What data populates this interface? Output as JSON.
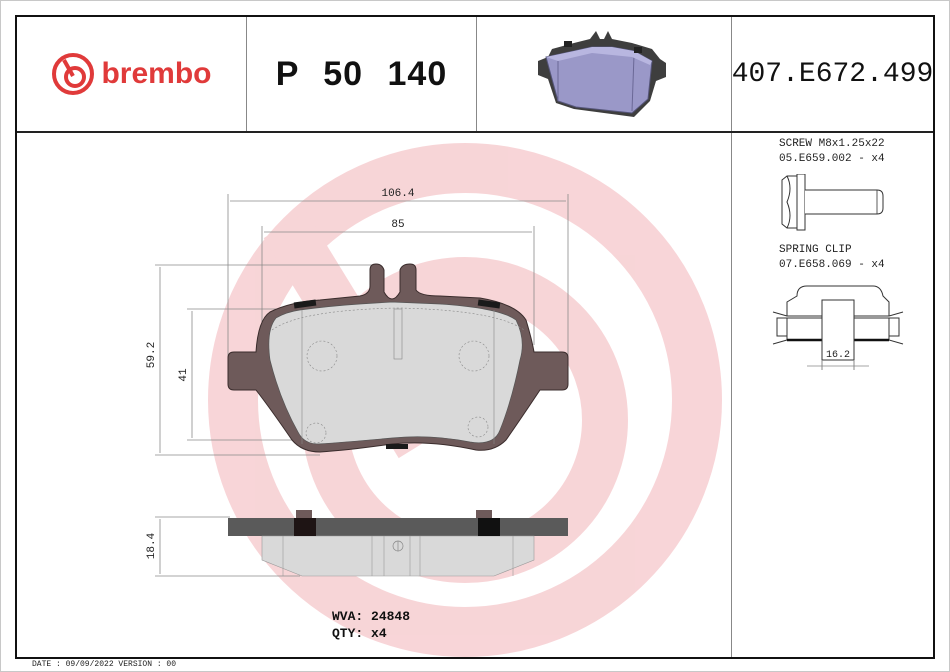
{
  "header": {
    "brand": "brembo",
    "part_number": "P 50 140",
    "drawing_code": "407.E672.499",
    "product_image": "brake-pad-3d-render"
  },
  "accessories": [
    {
      "name": "SCREW M8x1.25x22",
      "code_line": "05.E659.002 - x4",
      "icon": "screw-icon"
    },
    {
      "name": "SPRING CLIP",
      "code_line": "07.E658.069 - x4",
      "icon": "spring-clip-icon",
      "dimension": "16.2"
    }
  ],
  "dimensions": {
    "overall_width": "106.4",
    "inner_width": "85",
    "overall_height": "59.2",
    "friction_height": "41",
    "thickness": "18.4"
  },
  "info": {
    "wva_label": "WVA:",
    "wva_value": "24848",
    "qty_label": "QTY:",
    "qty_value": "x4"
  },
  "footer": {
    "text": "DATE : 09/09/2022 VERSION : 00"
  },
  "colors": {
    "brand_red": "#e03a3a",
    "watermark": "#f7d4d6",
    "backing_plate": "#6e5a5a",
    "friction": "#d9d9d9",
    "render_pad": "#9a98c8"
  }
}
